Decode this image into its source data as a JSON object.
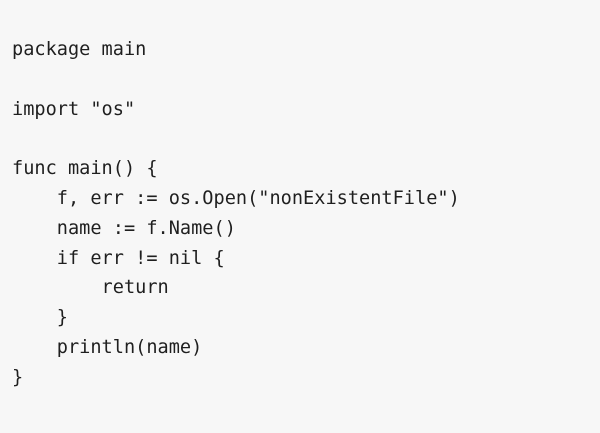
{
  "code": {
    "language_hint": "",
    "lines": [
      "package main",
      "",
      "import \"os\"",
      "",
      "func main() {",
      "    f, err := os.Open(\"nonExistentFile\")",
      "    name := f.Name()",
      "    if err != nil {",
      "        return",
      "    }",
      "    println(name)",
      "}"
    ]
  }
}
